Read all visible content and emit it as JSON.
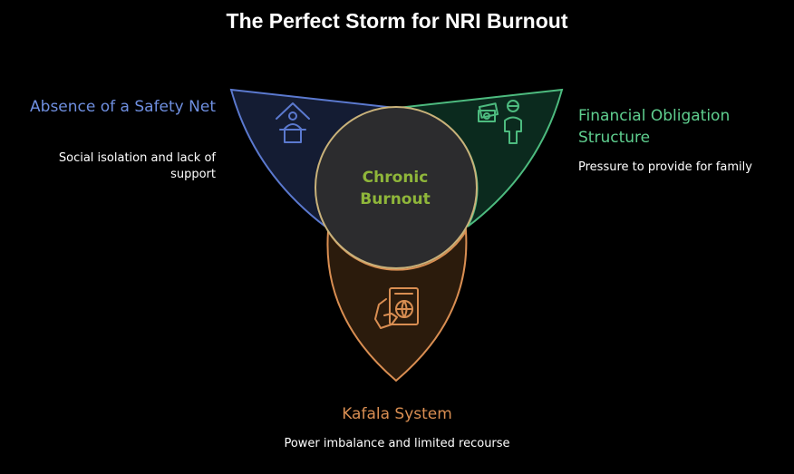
{
  "title": "The Perfect Storm for NRI Burnout",
  "center": {
    "label": "Chronic Burnout"
  },
  "factors": [
    {
      "heading": "Absence of a Safety Net",
      "description": "Social isolation and lack of support",
      "icon": "house-person-icon",
      "color": "#6f8fe0"
    },
    {
      "heading": "Financial Obligation Structure",
      "description": "Pressure to provide for family",
      "icon": "money-person-icon",
      "color": "#5fcf8f"
    },
    {
      "heading": "Kafala System",
      "description": "Power imbalance and limited recourse",
      "icon": "passport-hand-icon",
      "color": "#d98e52"
    }
  ]
}
